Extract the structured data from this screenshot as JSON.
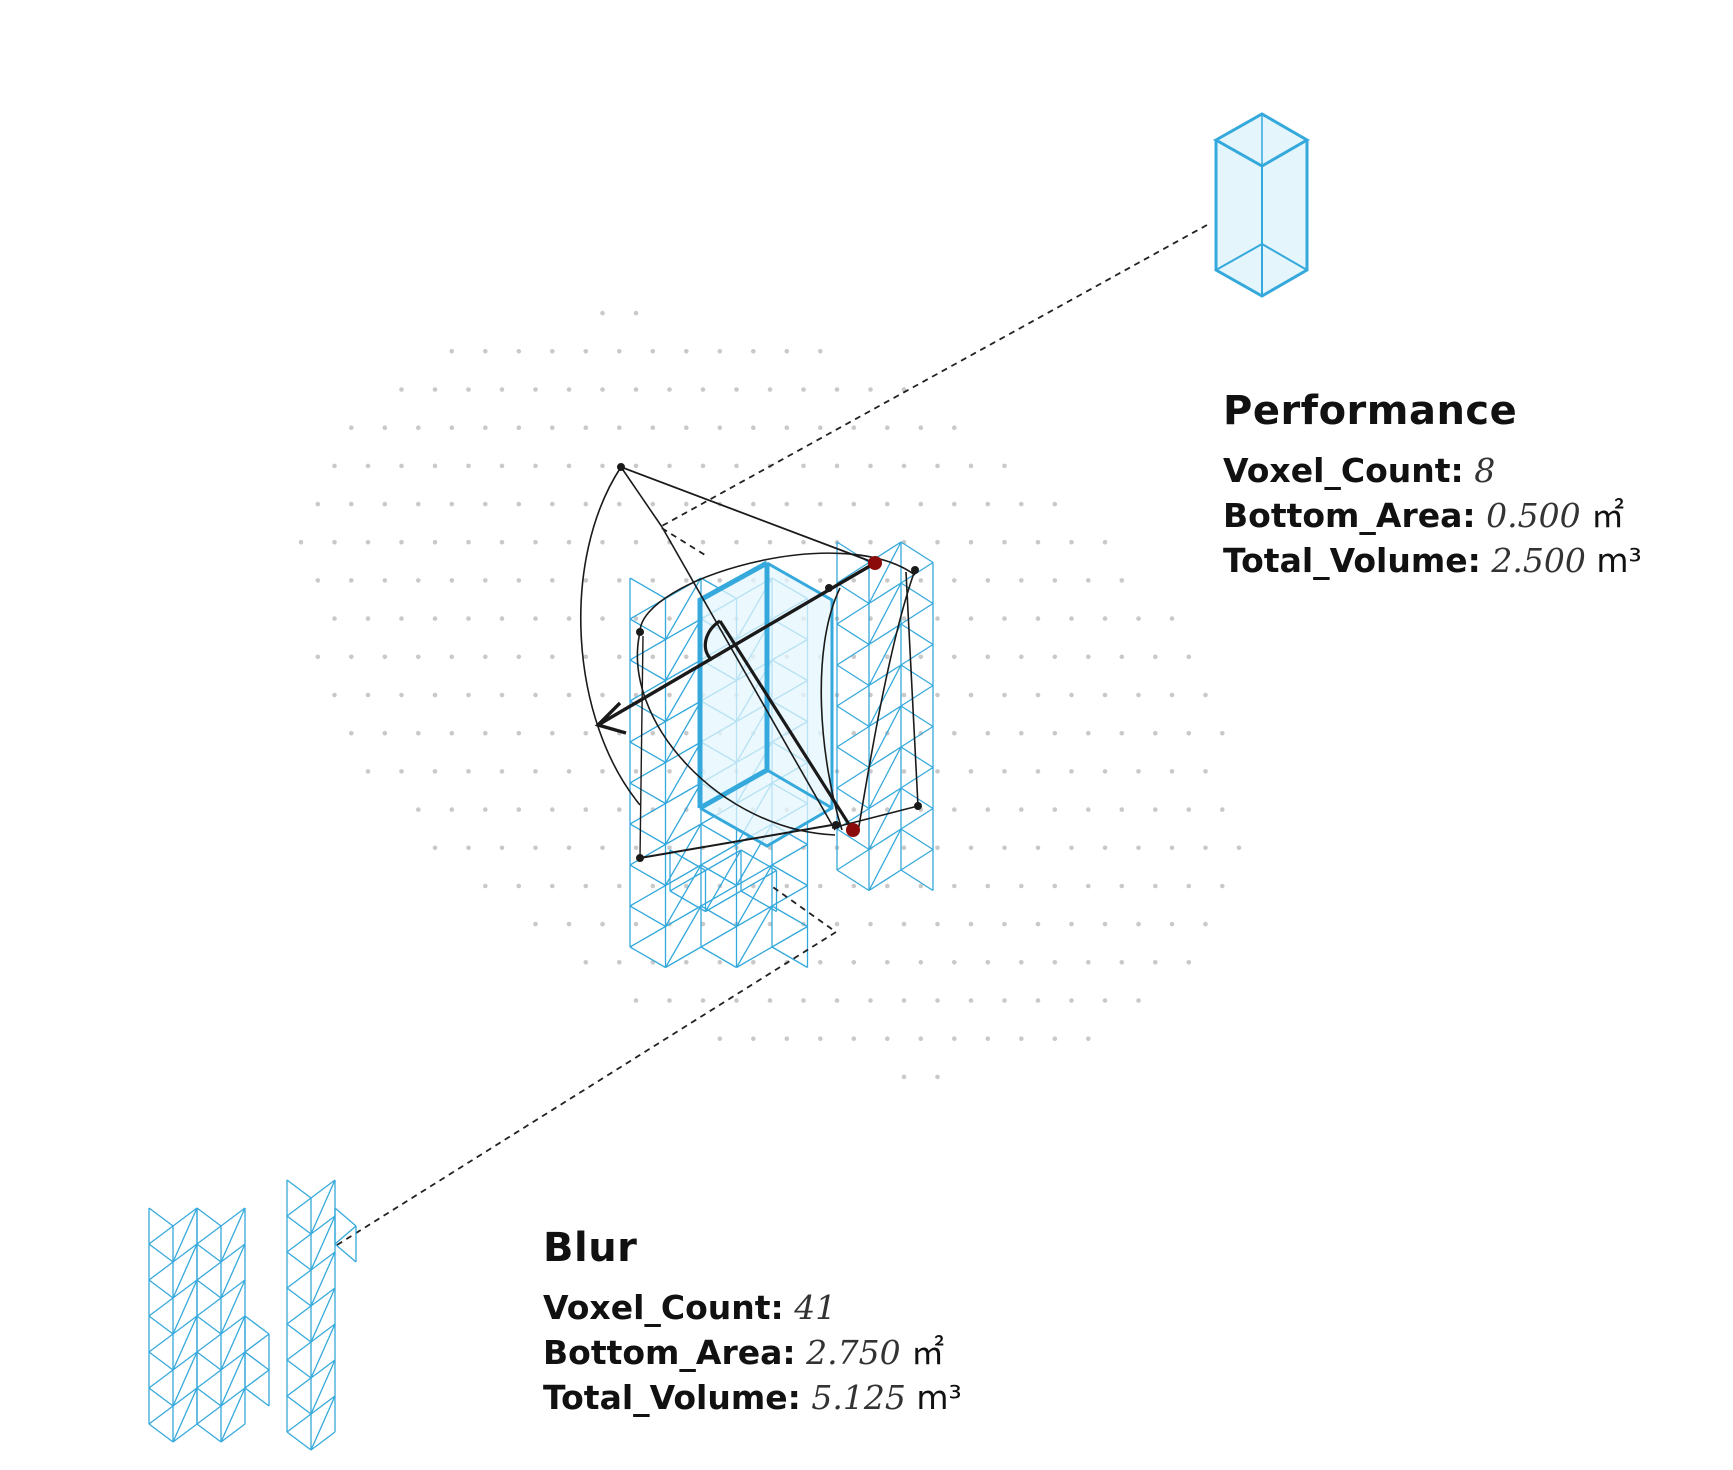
{
  "colors": {
    "voxel_stroke": "#35a9dc",
    "voxel_fill": "#e4f5fc",
    "dot_grid": "#c9c9c9",
    "curve": "#1a1a1a",
    "highlight_point": "#8b0a0a"
  },
  "performance": {
    "title": "Performance",
    "voxel_count_label": "Voxel_Count:",
    "voxel_count": "8",
    "bottom_area_label": "Bottom_Area:",
    "bottom_area": "0.500",
    "bottom_area_unit": "㎡",
    "total_volume_label": "Total_Volume:",
    "total_volume": "2.500",
    "total_volume_unit": "m³"
  },
  "blur": {
    "title": "Blur",
    "voxel_count_label": "Voxel_Count:",
    "voxel_count": "41",
    "bottom_area_label": "Bottom_Area:",
    "bottom_area": "2.750",
    "bottom_area_unit": "㎡",
    "total_volume_label": "Total_Volume:",
    "total_volume": "5.125",
    "total_volume_unit": "m³"
  }
}
